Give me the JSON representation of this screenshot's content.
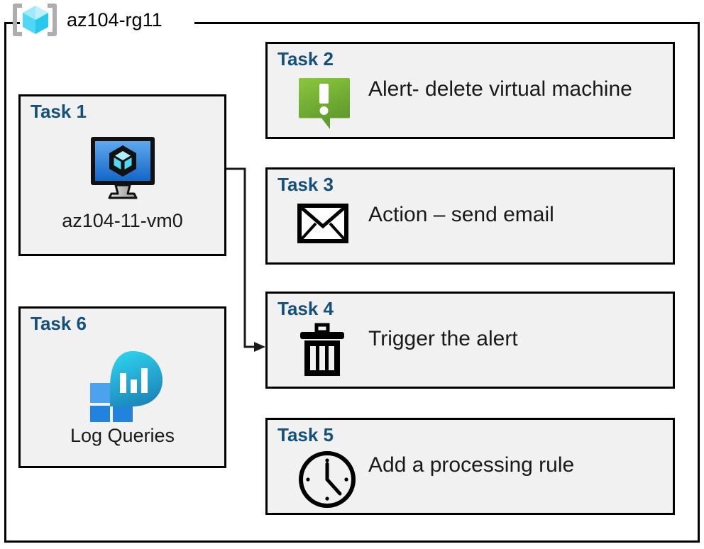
{
  "diagram": {
    "type": "azure-resource-group-task-diagram",
    "resource_group": {
      "name": "az104-rg11",
      "icon": "resource-group-cube-icon"
    },
    "accent_color": "#14507a",
    "card_background": "#f1f1f1",
    "border_color": "#000000"
  },
  "tasks": [
    {
      "id": "task1",
      "title": "Task 1",
      "label": "az104-11-vm0",
      "icon": "virtual-machine-icon",
      "layout": "vertical"
    },
    {
      "id": "task2",
      "title": "Task 2",
      "label": "Alert- delete virtual machine",
      "icon": "alert-exclamation-icon",
      "layout": "horizontal",
      "icon_color": "#6fb92c"
    },
    {
      "id": "task3",
      "title": "Task 3",
      "label": "Action – send email",
      "icon": "envelope-icon",
      "layout": "horizontal",
      "icon_color": "#000000"
    },
    {
      "id": "task4",
      "title": "Task 4",
      "label": "Trigger the alert",
      "icon": "trash-can-icon",
      "layout": "horizontal",
      "icon_color": "#000000"
    },
    {
      "id": "task5",
      "title": "Task 5",
      "label": "Add a processing rule",
      "icon": "clock-icon",
      "layout": "horizontal",
      "icon_color": "#000000"
    },
    {
      "id": "task6",
      "title": "Task 6",
      "label": "Log Queries",
      "icon": "log-queries-icon",
      "layout": "vertical"
    }
  ],
  "connector": {
    "from": "task1-virtual-machine-icon",
    "to": "task4-card",
    "style": "orthogonal-arrow"
  }
}
